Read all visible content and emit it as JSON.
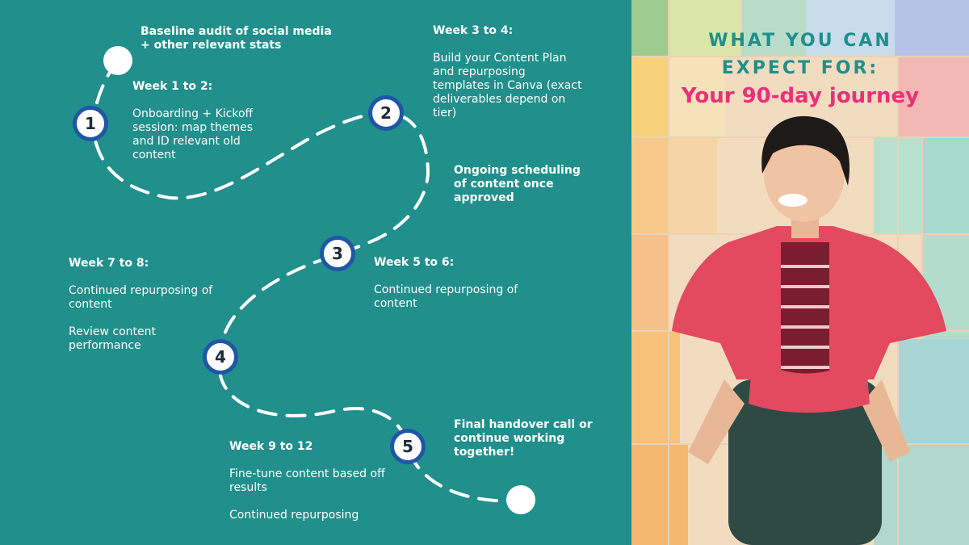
{
  "title": {
    "line1": "WHAT YOU CAN",
    "line2": "EXPECT FOR:",
    "subtitle": "Your 90-day journey"
  },
  "start_note": "Baseline audit of social media + other relevant stats",
  "steps": [
    {
      "number": "1",
      "heading": "Week 1 to 2:",
      "lines": [
        "Onboarding + Kickoff session: map themes and ID relevant old content"
      ]
    },
    {
      "number": "2",
      "heading": "Week 3 to 4:",
      "lines": [
        "Build your Content Plan and repurposing templates in Canva (exact deliverables depend on tier)"
      ]
    },
    {
      "number": "3",
      "heading": "Week 5 to 6:",
      "lines": [
        "Continued repurposing of content"
      ]
    },
    {
      "number": "4",
      "heading": "Week 7 to 8:",
      "lines": [
        "Continued repurposing of content",
        "Review content performance"
      ]
    },
    {
      "number": "5",
      "heading": "Week 9 to 12",
      "lines": [
        "Fine-tune content based off results",
        "Continued repurposing"
      ]
    }
  ],
  "ongoing_note": "Ongoing scheduling of content once approved",
  "final_note": "Final handover call or continue working together!",
  "colors": {
    "panel": "#218f8b",
    "path": "#ffffff",
    "circle_border": "#1f56a6",
    "title_teal": "#1f8f8c",
    "title_pink": "#ea2f7b"
  }
}
